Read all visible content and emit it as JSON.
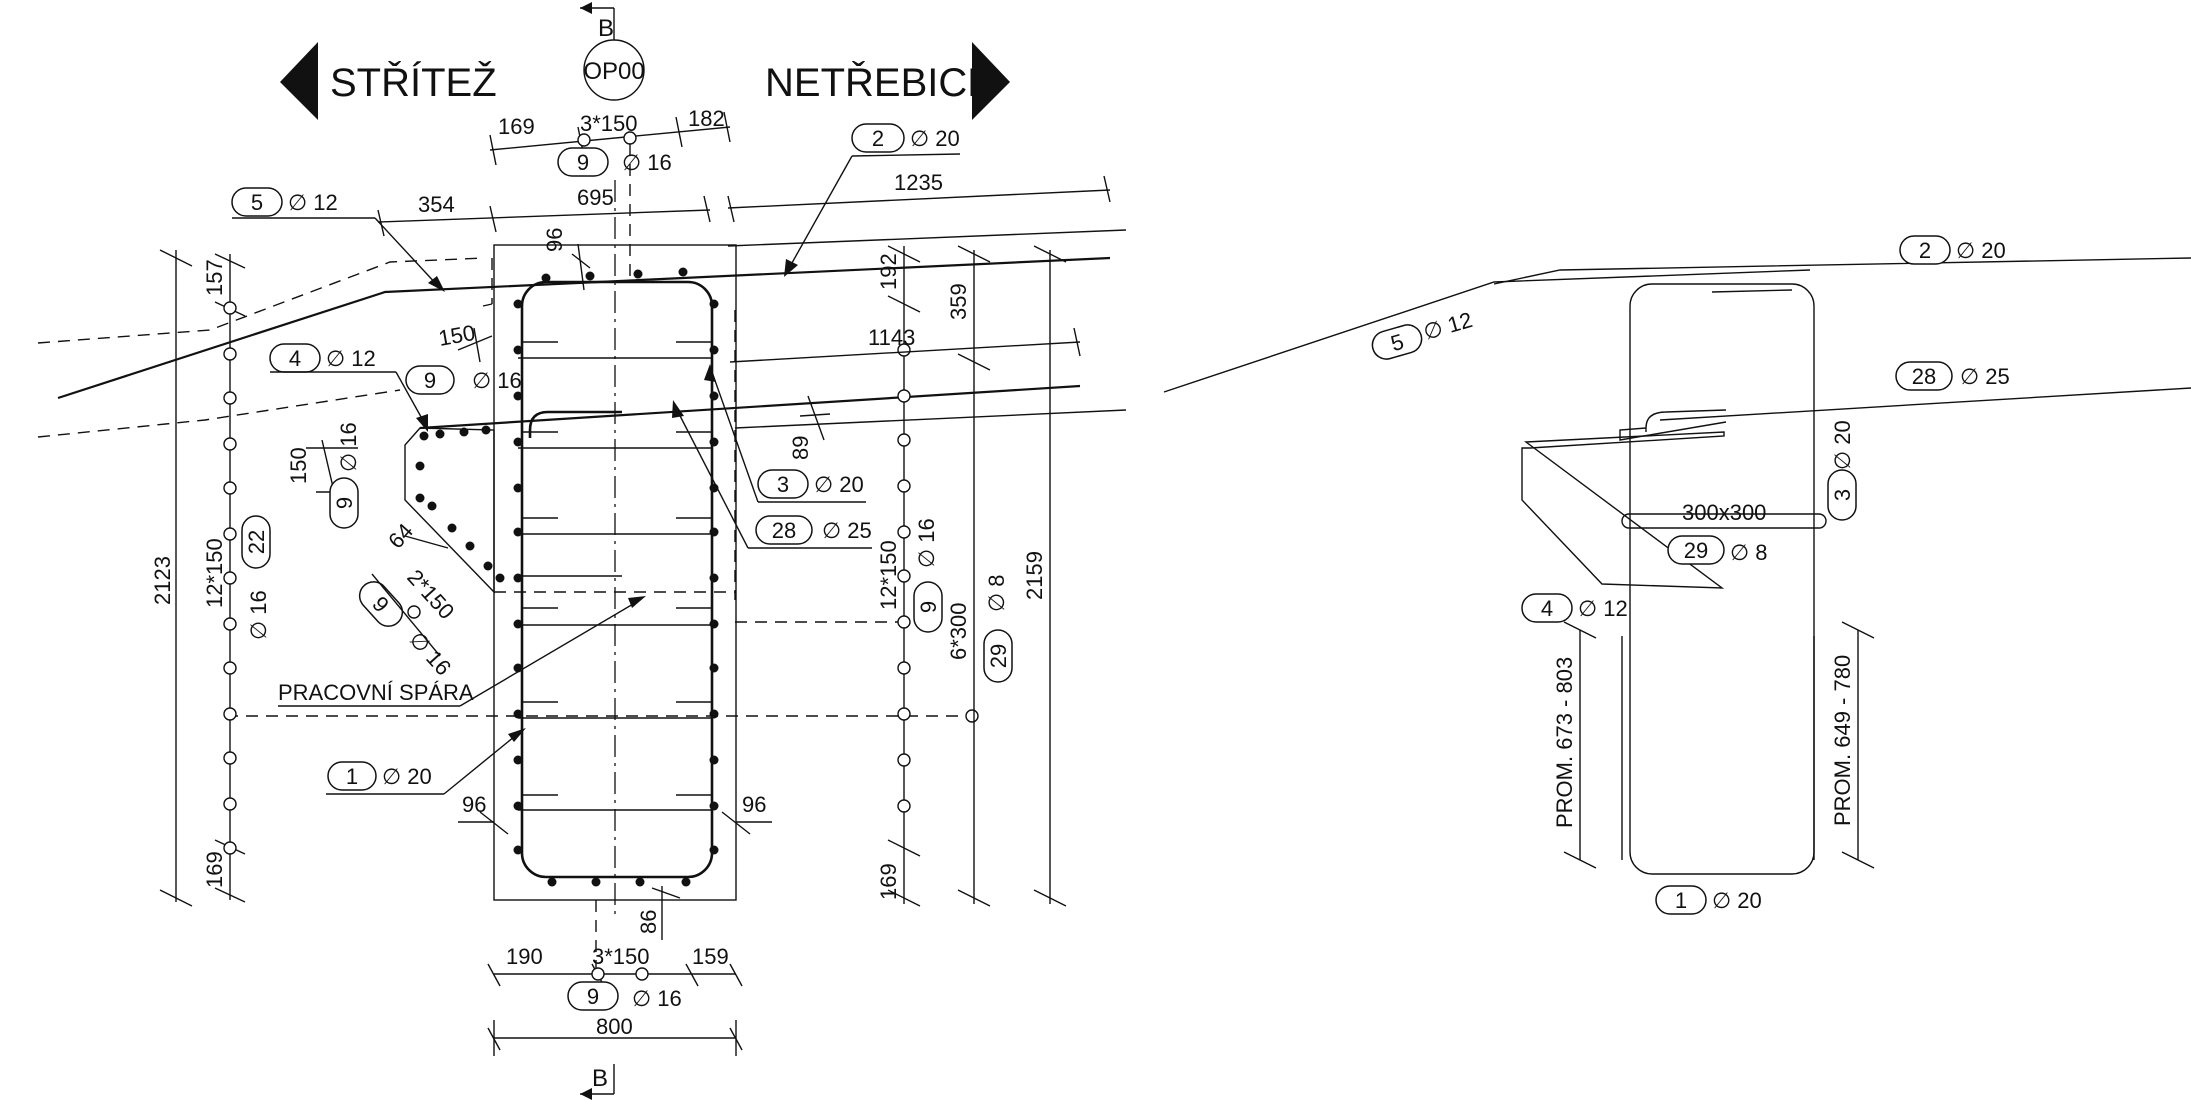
{
  "header": {
    "left_direction": "STŘÍTEŽ",
    "right_direction": "NETŘEBICE",
    "pier_label": "OP00",
    "section_mark": "B"
  },
  "dimensions": {
    "top_left": "169",
    "top_mid": "3*150",
    "top_right": "182",
    "d354": "354",
    "d695": "695",
    "d1235": "1235",
    "d96_top": "96",
    "d157": "157",
    "d192": "192",
    "d359": "359",
    "d150_a": "150",
    "d1143": "1143",
    "d89": "89",
    "d150_b": "150",
    "d64": "64",
    "d2x150": "2*150",
    "d2123": "2123",
    "d12x150_left": "12*150",
    "d12x150_right": "12*150",
    "d6x300": "6*300",
    "d2159": "2159",
    "d96_left": "96",
    "d96_right": "96",
    "d169_left": "169",
    "d169_right": "169",
    "d86": "86",
    "bot_left": "190",
    "bot_mid": "3*150",
    "bot_right": "159",
    "d800": "800"
  },
  "bars": {
    "b2_top": {
      "num": "2",
      "dia": "∅ 20"
    },
    "b9_top": {
      "num": "9",
      "dia": "∅ 16"
    },
    "b5": {
      "num": "5",
      "dia": "∅ 12"
    },
    "b4": {
      "num": "4",
      "dia": "∅ 12"
    },
    "b9_mid": {
      "num": "9",
      "dia": "∅ 16"
    },
    "b9_v": {
      "num": "9",
      "dia": "∅ 16"
    },
    "b22": {
      "num": "22",
      "dia": "∅ 16"
    },
    "b3": {
      "num": "3",
      "dia": "∅ 20"
    },
    "b28": {
      "num": "28",
      "dia": "∅ 25"
    },
    "b9_diag": {
      "num": "9",
      "dia": "∅ 16"
    },
    "b9_right": {
      "num": "9",
      "dia": "∅ 16"
    },
    "b29": {
      "num": "29",
      "dia": "∅ 8"
    },
    "b1": {
      "num": "1",
      "dia": "∅ 20"
    },
    "b9_bot": {
      "num": "9",
      "dia": "∅ 16"
    }
  },
  "notes": {
    "joint": "PRACOVNÍ SPÁRA"
  },
  "detail": {
    "b2": {
      "num": "2",
      "dia": "∅ 20"
    },
    "b5": {
      "num": "5",
      "dia": "∅ 12"
    },
    "b28": {
      "num": "28",
      "dia": "∅ 25"
    },
    "b3": {
      "num": "3",
      "dia": "∅ 20"
    },
    "stirrup": "300x300",
    "b29": {
      "num": "29",
      "dia": "∅ 8"
    },
    "b4": {
      "num": "4",
      "dia": "∅ 12"
    },
    "b1": {
      "num": "1",
      "dia": "∅ 20"
    },
    "prom_left": "PROM. 673 - 803",
    "prom_right": "PROM. 649 - 780"
  }
}
